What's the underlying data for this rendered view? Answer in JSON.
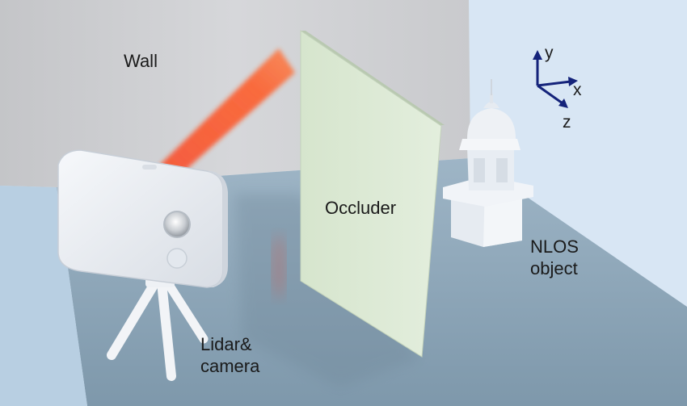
{
  "labels": {
    "wall": "Wall",
    "occluder": "Occluder",
    "nlos_object": "NLOS\nobject",
    "device": "Lidar&\ncamera"
  },
  "axes": {
    "y": "y",
    "x": "x",
    "z": "z"
  },
  "colors": {
    "background": "#d8e6f4",
    "wall": "#cfd0d3",
    "floor": "#8aa3b6",
    "occluder": "#dbe8d3",
    "laser": "#ff4a1c",
    "axis_arrows": "#14237a",
    "device_body": "#e9edf2",
    "tower": "#eef1f5"
  }
}
